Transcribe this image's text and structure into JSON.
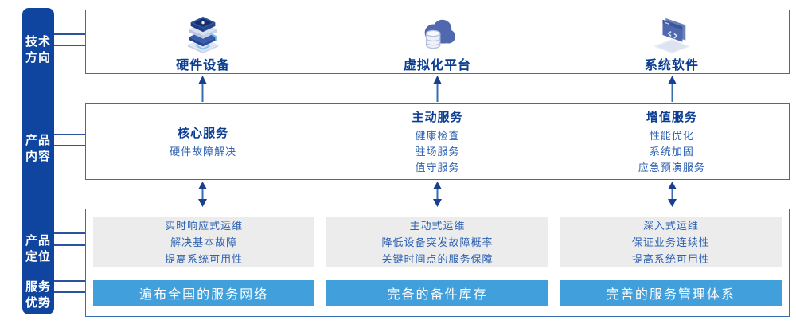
{
  "colors": {
    "sidebar_blue": "#0f459e",
    "box_border_blue": "#3a6cb4",
    "title_navy": "#0b3d91",
    "body_text_blue": "#2e62b1",
    "panel_gray": "#ececec",
    "advantage_bar_blue": "#41a0db",
    "arrow_navy": "#1a3f8f"
  },
  "sidebar": {
    "items": [
      {
        "label": "技术\n方向"
      },
      {
        "label": "产品\n内容"
      },
      {
        "label": "产品\n定位"
      },
      {
        "label": "服务\n优势"
      }
    ]
  },
  "tech_direction": {
    "items": [
      {
        "icon": "server-stack-icon",
        "label": "硬件设备"
      },
      {
        "icon": "cloud-database-icon",
        "label": "虚拟化平台"
      },
      {
        "icon": "software-window-icon",
        "label": "系统软件"
      }
    ]
  },
  "product_content": {
    "columns": [
      {
        "title": "核心服务",
        "items": [
          "硬件故障解决"
        ]
      },
      {
        "title": "主动服务",
        "items": [
          "健康检查",
          "驻场服务",
          "值守服务"
        ]
      },
      {
        "title": "增值服务",
        "items": [
          "性能优化",
          "系统加固",
          "应急预演服务"
        ]
      }
    ]
  },
  "positioning_advantage": {
    "columns": [
      {
        "positioning": "实时响应式运维\n解决基本故障\n提高系统可用性",
        "advantage": "遍布全国的服务网络"
      },
      {
        "positioning": "主动式运维\n降低设备突发故障概率\n关键时间点的服务保障",
        "advantage": "完备的备件库存"
      },
      {
        "positioning": "深入式运维\n保证业务连续性\n提高系统可用性",
        "advantage": "完善的服务管理体系"
      }
    ]
  }
}
